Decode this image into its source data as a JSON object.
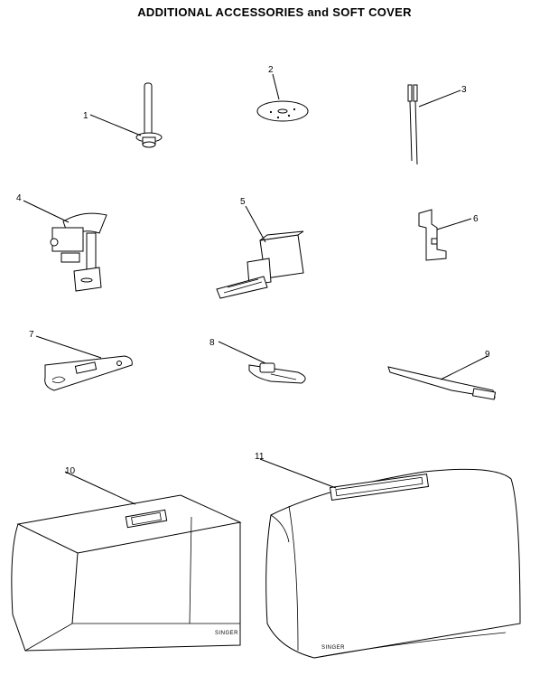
{
  "title": "ADDITIONAL ACCESSORIES and SOFT COVER",
  "callouts": [
    "1",
    "2",
    "3",
    "4",
    "5",
    "6",
    "7",
    "8",
    "9",
    "10",
    "11"
  ],
  "brand_text": "SINGER"
}
